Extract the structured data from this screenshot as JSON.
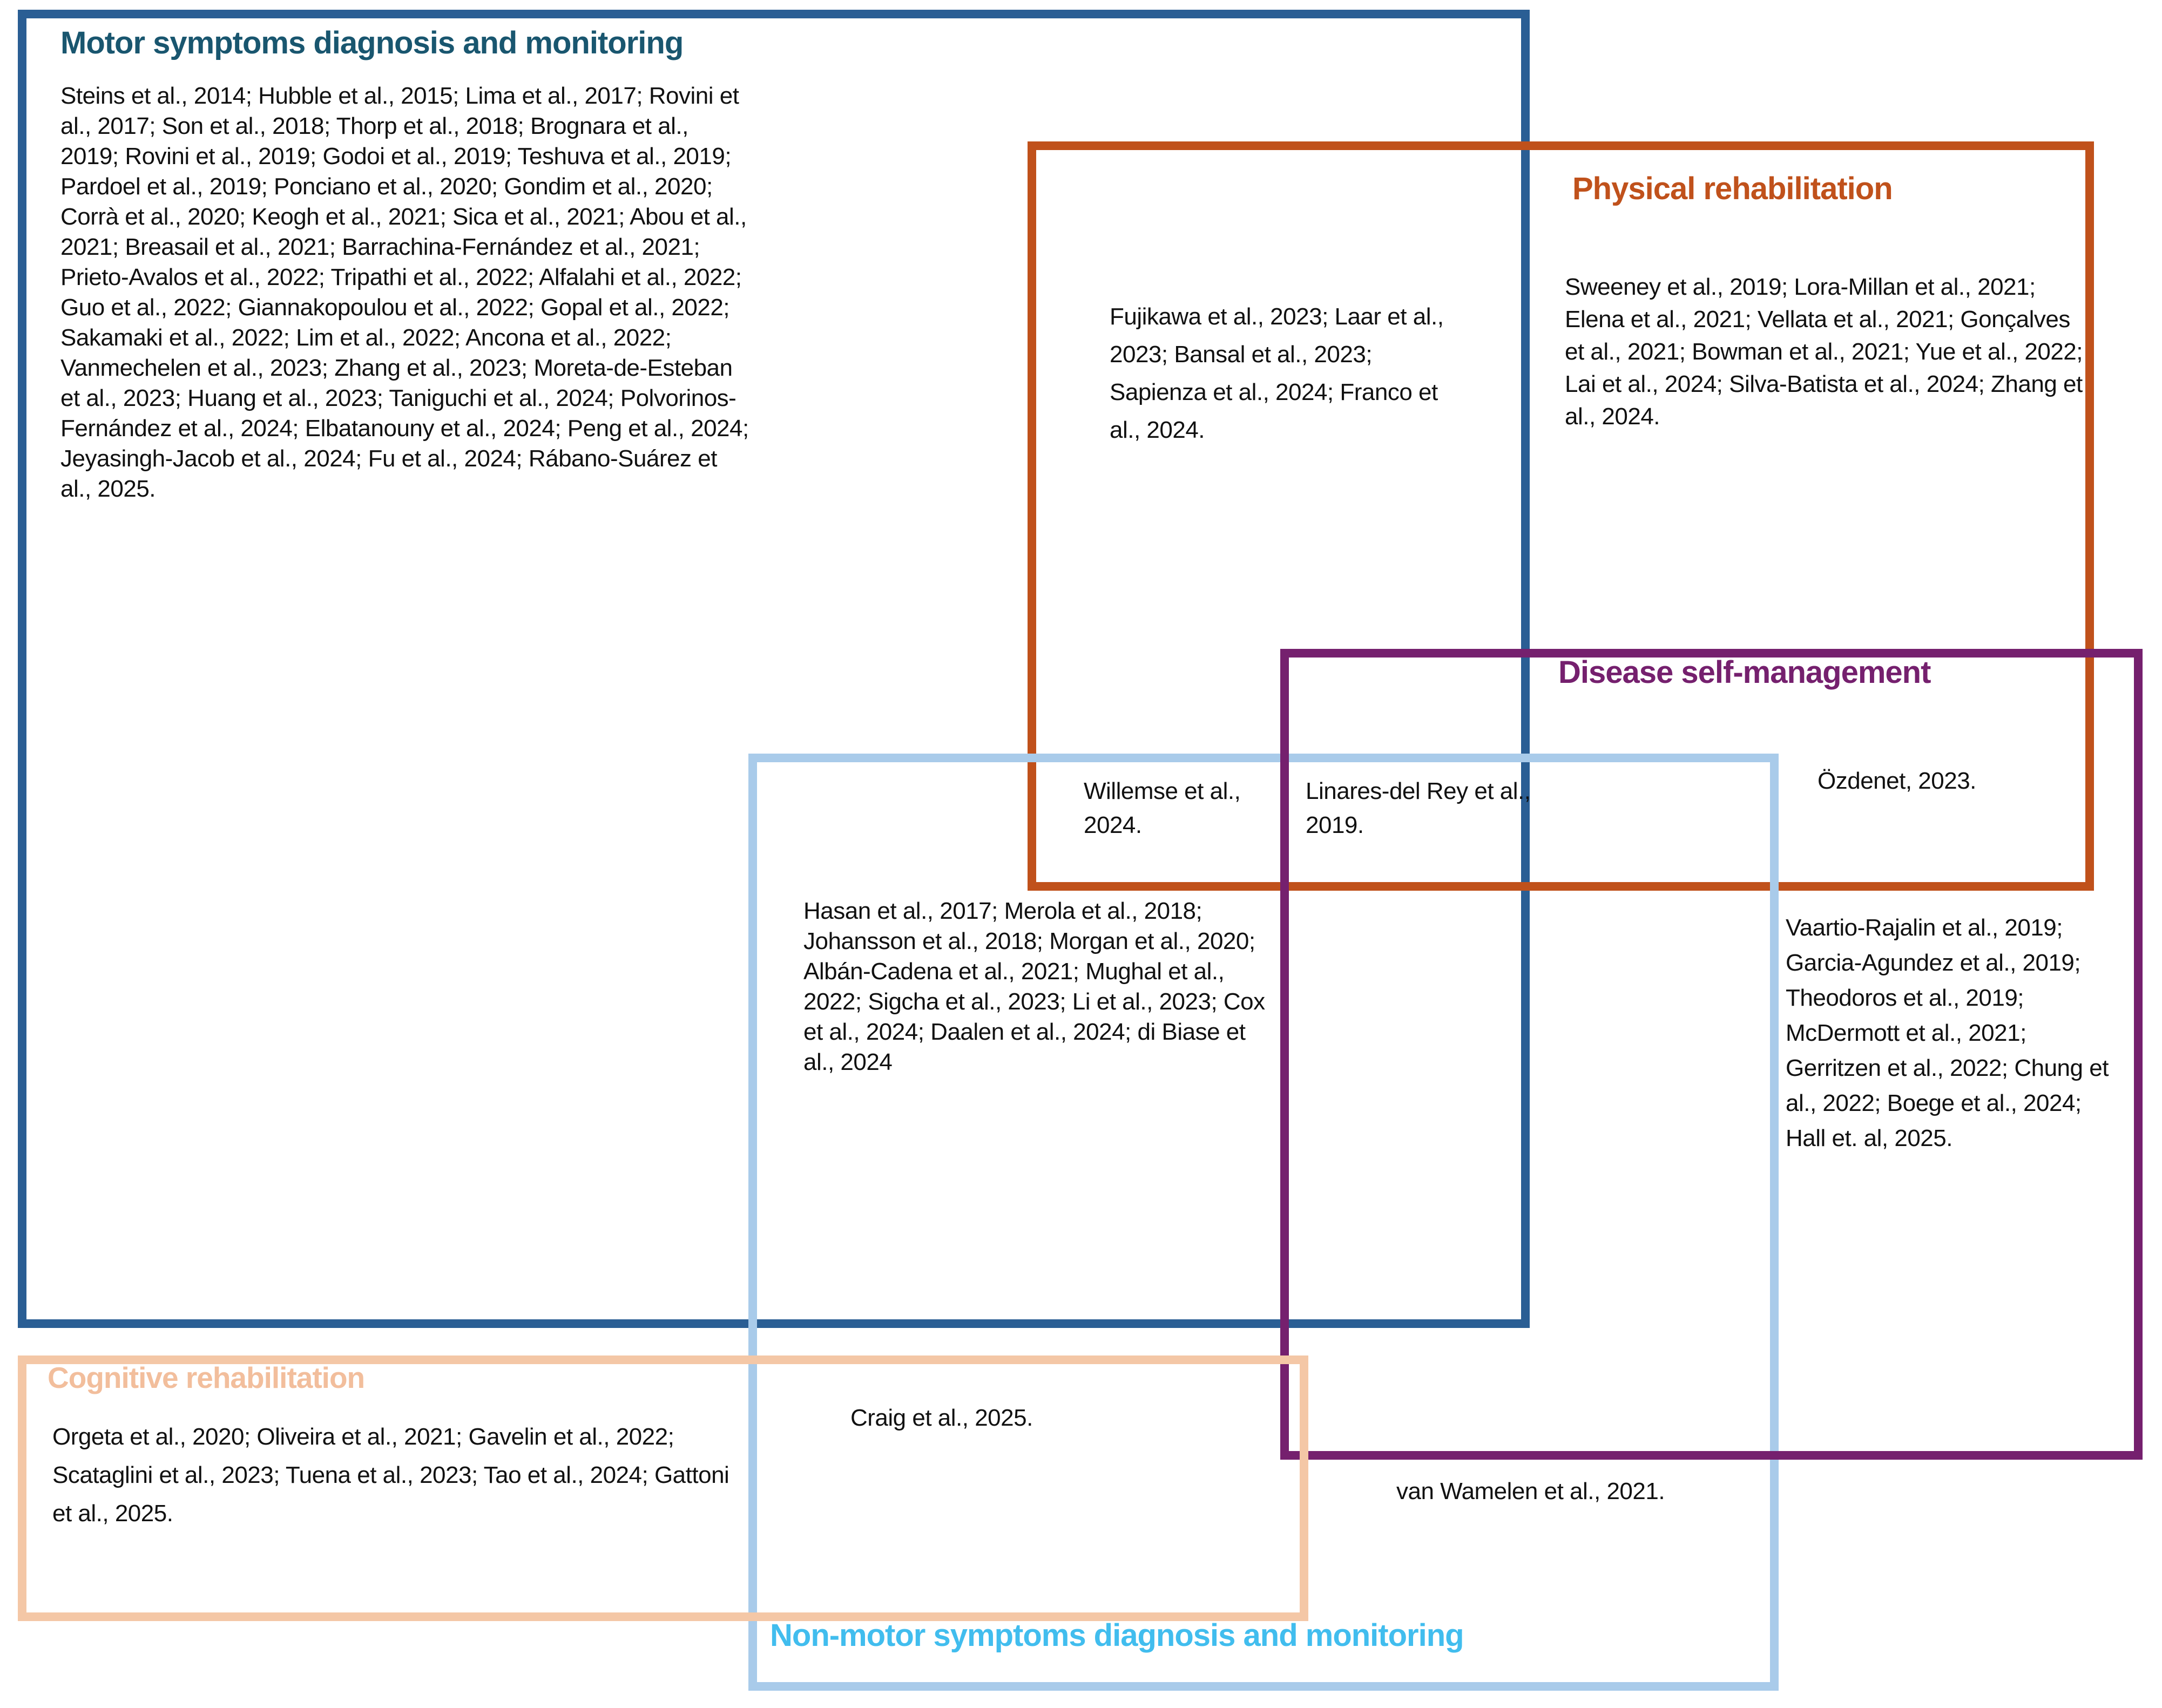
{
  "figure": {
    "type": "venn-rectangle-diagram",
    "background": "#ffffff",
    "body_text_color": "#111111"
  },
  "sets": {
    "motor": {
      "label": "Motor symptoms diagnosis and monitoring",
      "border_color": "#2A5E94",
      "title_color": "#19566F",
      "citations": "Steins et al., 2014; Hubble et al., 2015; Lima et al., 2017; Rovini et al., 2017; Son et al., 2018; Thorp et al., 2018; Brognara et al., 2019; Rovini et al., 2019; Godoi et al., 2019; Teshuva et al., 2019; Pardoel et al., 2019; Ponciano et al., 2020; Gondim et al., 2020; Corrà et al., 2020; Keogh et al., 2021; Sica et al., 2021; Abou et al., 2021; Breasail et al., 2021; Barrachina-Fernández et al., 2021; Prieto-Avalos et al., 2022; Tripathi et al., 2022; Alfalahi et al., 2022; Guo et al., 2022; Giannakopoulou et al., 2022; Gopal et al., 2022; Sakamaki et al., 2022; Lim et al., 2022; Ancona et al., 2022; Vanmechelen et al., 2023; Zhang et al., 2023; Moreta-de-Esteban et al., 2023; Huang et al., 2023; Taniguchi et al., 2024; Polvorinos-Fernández et al., 2024; Elbatanouny et al., 2024; Peng et al., 2024; Jeyasingh-Jacob et al., 2024; Fu et al., 2024; Rábano-Suárez et al., 2025."
    },
    "physical": {
      "label": "Physical rehabilitation",
      "border_color": "#C0511B",
      "title_color": "#C0511B",
      "citations": "Sweeney et al., 2019; Lora-Millan et al., 2021; Elena et al., 2021; Vellata et al., 2021; Gonçalves et al., 2021; Bowman et al., 2021; Yue et al., 2022; Lai et al., 2024; Silva-Batista et al., 2024; Zhang et al., 2024."
    },
    "self_management": {
      "label": "Disease self-management",
      "border_color": "#75206E",
      "title_color": "#75206E",
      "citations": "Vaartio-Rajalin et al., 2019; Garcia-Agundez et al., 2019; Theodoros et al., 2019; McDermott et al., 2021; Gerritzen et al., 2022; Chung et al., 2022; Boege et al., 2024; Hall et. al, 2025."
    },
    "non_motor": {
      "label": "Non-motor symptoms diagnosis and monitoring",
      "border_color": "#A9CBEA",
      "title_color": "#41BDEE",
      "citations": "van Wamelen et al., 2021."
    },
    "cognitive": {
      "label": "Cognitive rehabilitation",
      "border_color": "#F4C7A6",
      "title_color": "#F2BE9C",
      "citations": "Orgeta et al., 2020; Oliveira et al., 2021; Gavelin et al., 2022; Scataglini et al., 2023; Tuena et al., 2023; Tao et al., 2024; Gattoni et al., 2025."
    }
  },
  "overlaps": {
    "motor_physical": {
      "citations": "Fujikawa et al., 2023; Laar et al., 2023; Bansal et al., 2023; Sapienza et al., 2024; Franco et al., 2024."
    },
    "motor_physical_nonmotor": {
      "citations": "Willemse et al., 2024."
    },
    "motor_physical_nonmotor_self": {
      "citations": "Linares-del Rey et al., 2019."
    },
    "physical_self": {
      "citations": "Özdenet, 2023."
    },
    "motor_nonmotor": {
      "citations": "Hasan et al., 2017; Merola et al., 2018; Johansson et al., 2018; Morgan et al., 2020; Albán-Cadena et al., 2021; Mughal et al., 2022; Sigcha et al., 2023; Li et al., 2023; Cox et al., 2024; Daalen et al., 2024; di Biase et al., 2024"
    },
    "cognitive_nonmotor": {
      "citations": "Craig et al., 2025."
    }
  }
}
